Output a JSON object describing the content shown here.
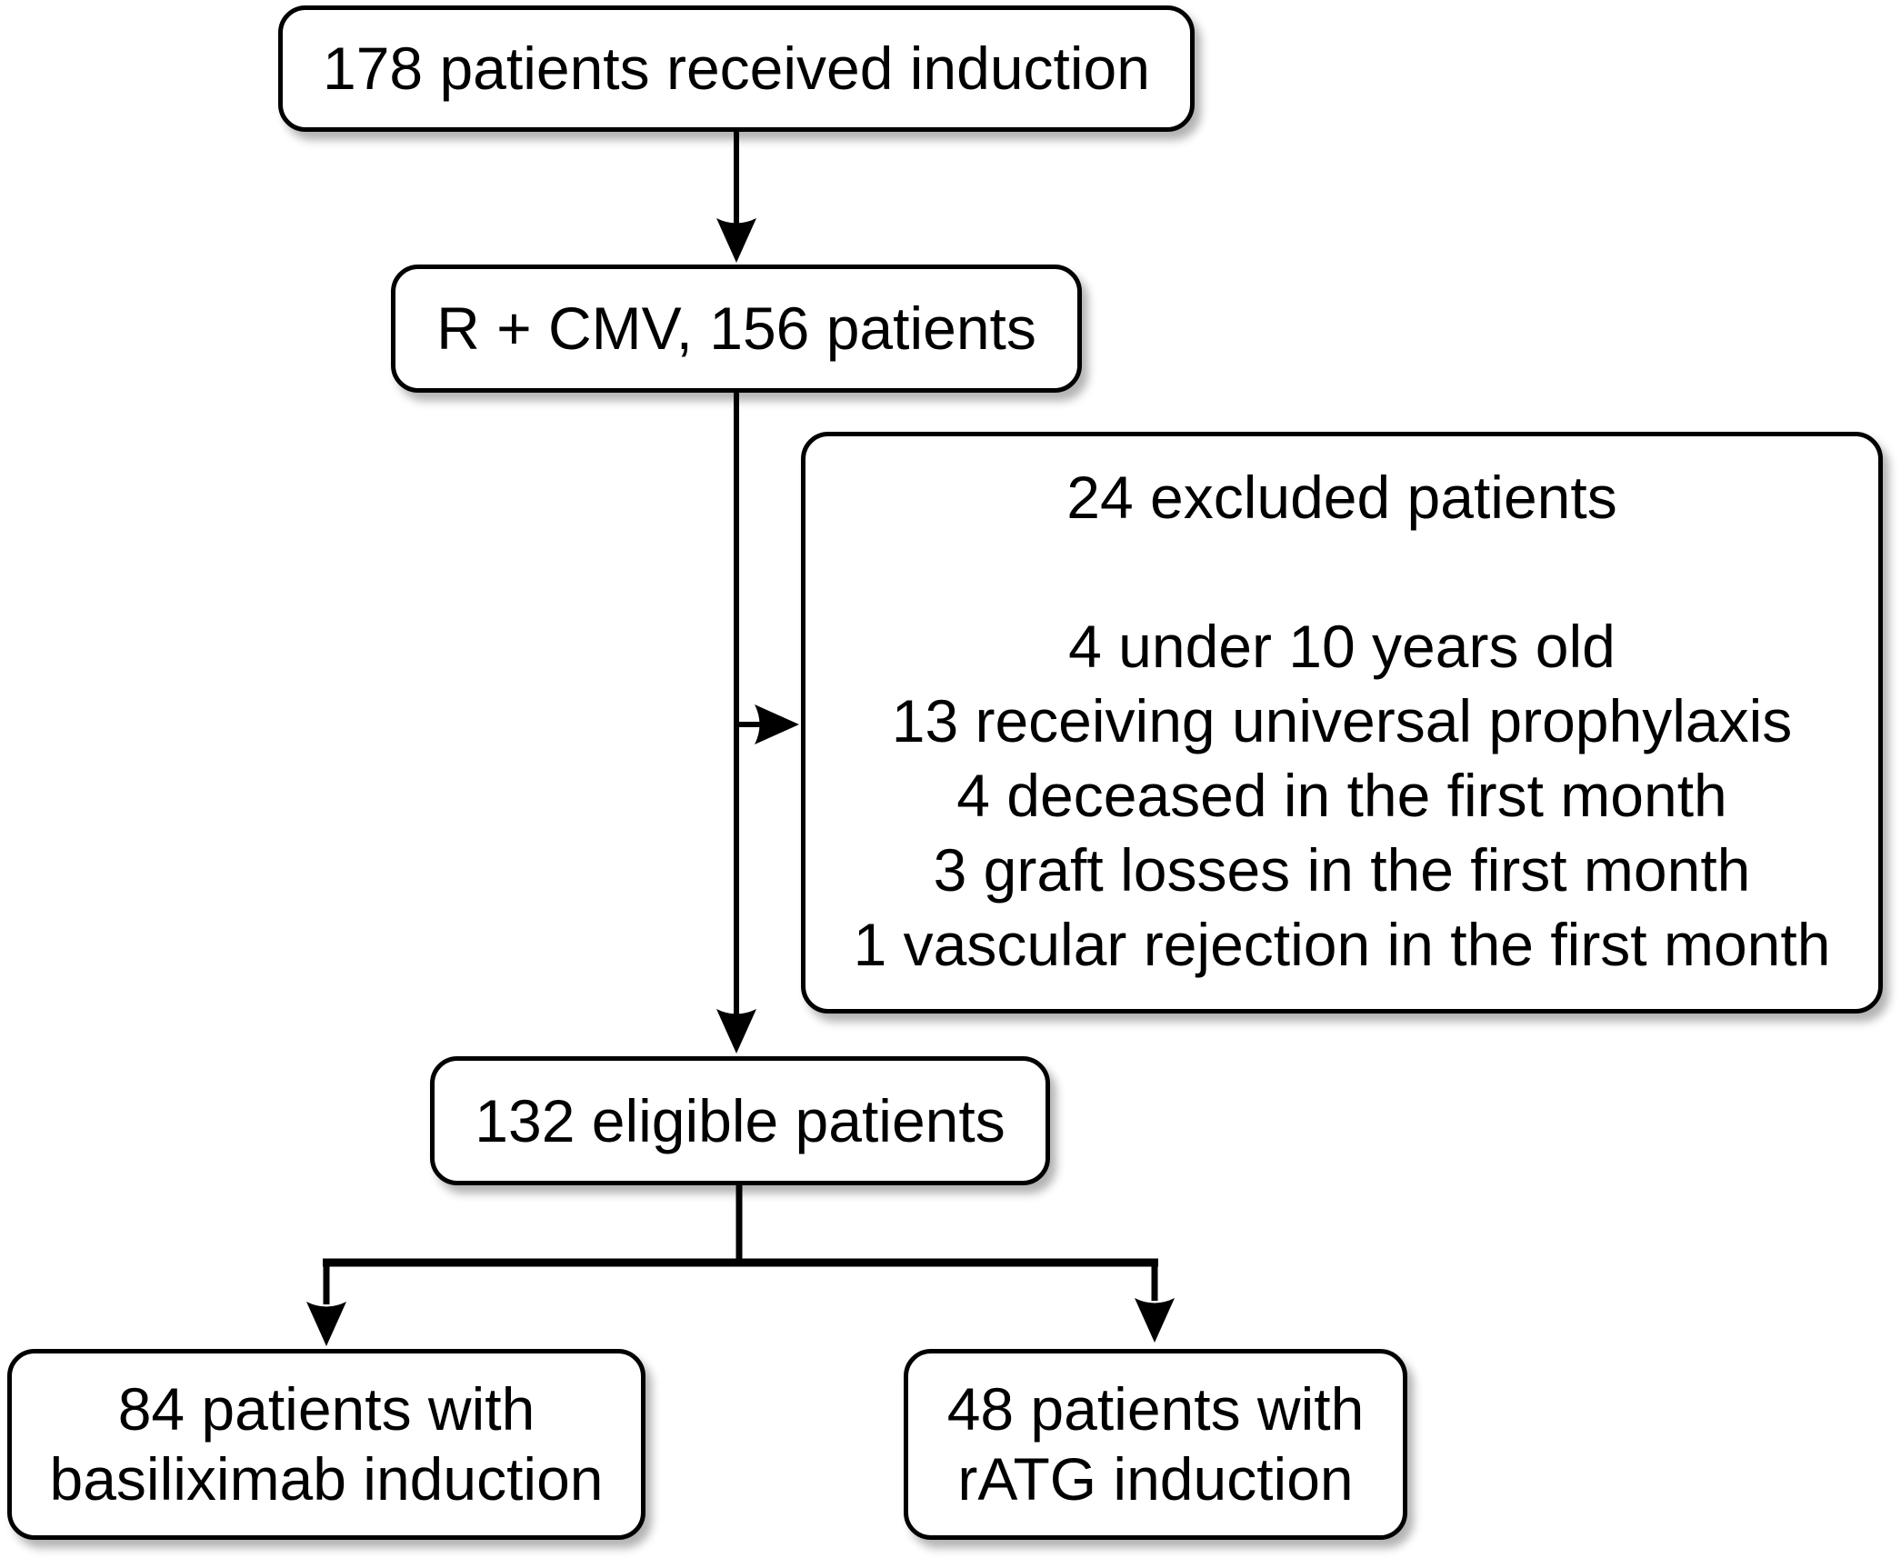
{
  "flowchart": {
    "boxes": {
      "received": {
        "label": "178 patients received induction"
      },
      "r_cmv": {
        "label": "R + CMV, 156 patients"
      },
      "excluded": {
        "title": "24 excluded patients",
        "items": [
          "4 under 10 years old",
          "13 receiving universal prophylaxis",
          "4 deceased in the first month",
          "3 graft losses in the first month",
          "1 vascular rejection in the first month"
        ]
      },
      "eligible": {
        "label": "132 eligible patients"
      },
      "basiliximab": {
        "line1": "84 patients with",
        "line2": "basiliximab induction"
      },
      "ratg": {
        "line1": "48 patients with",
        "line2": "rATG induction"
      }
    },
    "colors": {
      "line": "#000000",
      "box_fill": "#ffffff",
      "box_border": "#000000"
    }
  }
}
